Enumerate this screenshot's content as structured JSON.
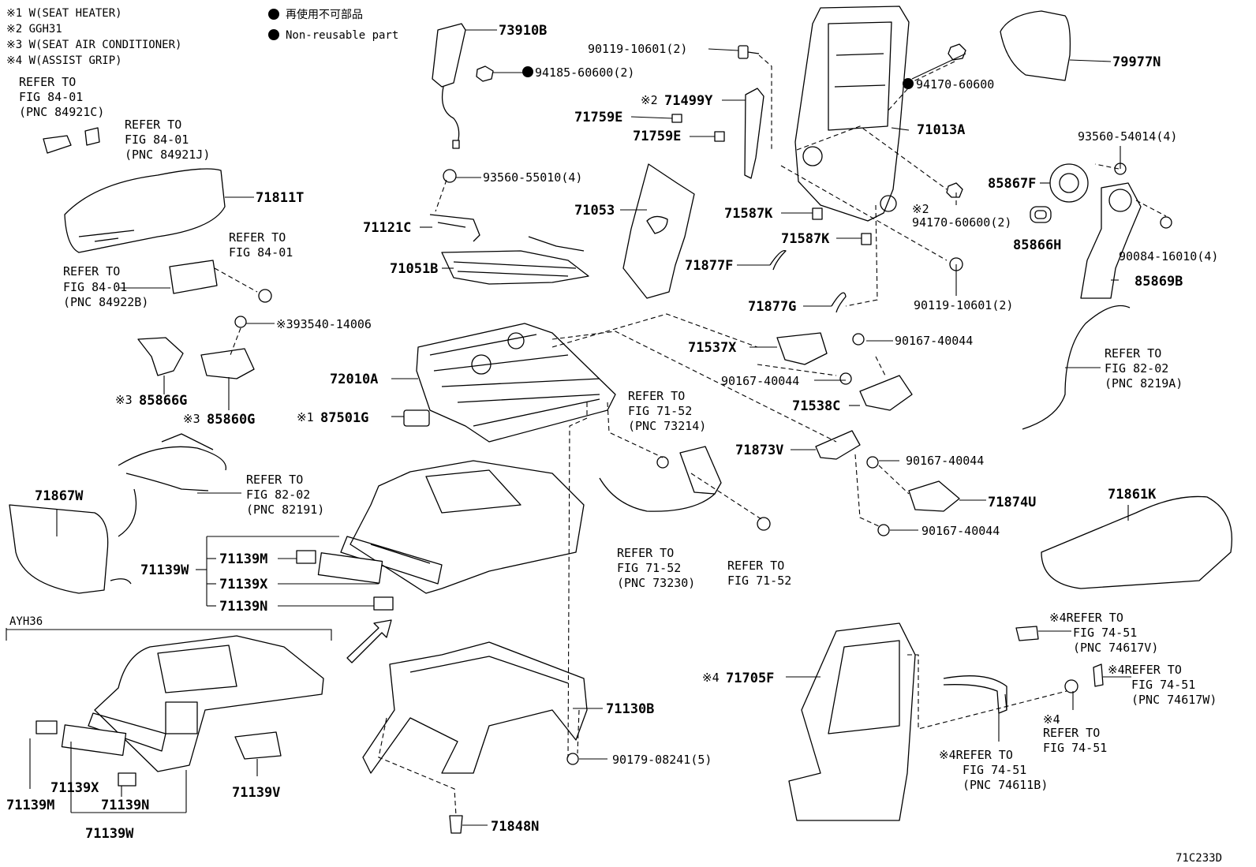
{
  "notes": [
    "※1 W(SEAT HEATER)",
    "※2 GGH31",
    "※3 W(SEAT AIR CONDITIONER)",
    "※4 W(ASSIST GRIP)"
  ],
  "legend": {
    "jp": "再使用不可部品",
    "en": "Non-reusable part"
  },
  "diagram_code": "71C233D",
  "group_label": "AYH36",
  "labels": [
    {
      "id": "73910B",
      "text": "73910B"
    },
    {
      "id": "94185-60600",
      "text": "94185-60600(2)"
    },
    {
      "id": "90119-10601-a",
      "text": "90119-10601(2)"
    },
    {
      "id": "94170-60600-a",
      "text": "94170-60600"
    },
    {
      "id": "79977N",
      "text": "79977N"
    },
    {
      "id": "71499Y",
      "text": "71499Y"
    },
    {
      "id": "71499Y-mark",
      "text": "※2"
    },
    {
      "id": "71759E-a",
      "text": "71759E"
    },
    {
      "id": "71759E-b",
      "text": "71759E"
    },
    {
      "id": "71013A",
      "text": "71013A"
    },
    {
      "id": "93560-54014",
      "text": "93560-54014(4)"
    },
    {
      "id": "85867F",
      "text": "85867F"
    },
    {
      "id": "93560-55010",
      "text": "93560-55010(4)"
    },
    {
      "id": "71053",
      "text": "71053"
    },
    {
      "id": "71587K-a",
      "text": "71587K"
    },
    {
      "id": "71587K-b",
      "text": "71587K"
    },
    {
      "id": "94170-60600-b-mark",
      "text": "※2"
    },
    {
      "id": "94170-60600-b",
      "text": "94170-60600(2)"
    },
    {
      "id": "85866H",
      "text": "85866H"
    },
    {
      "id": "90084-16010",
      "text": "90084-16010(4)"
    },
    {
      "id": "71121C",
      "text": "71121C"
    },
    {
      "id": "71051B",
      "text": "71051B"
    },
    {
      "id": "71877F",
      "text": "71877F"
    },
    {
      "id": "71877G",
      "text": "71877G"
    },
    {
      "id": "90119-10601-b",
      "text": "90119-10601(2)"
    },
    {
      "id": "85869B",
      "text": "85869B"
    },
    {
      "id": "71811T",
      "text": "71811T"
    },
    {
      "id": "93540-14006",
      "text": "※393540-14006"
    },
    {
      "id": "71537X",
      "text": "71537X"
    },
    {
      "id": "90167-40044-a",
      "text": "90167-40044"
    },
    {
      "id": "90167-40044-b",
      "text": "90167-40044"
    },
    {
      "id": "71538C",
      "text": "71538C"
    },
    {
      "id": "72010A",
      "text": "72010A"
    },
    {
      "id": "85866G-mark",
      "text": "※3"
    },
    {
      "id": "85866G",
      "text": "85866G"
    },
    {
      "id": "85860G-mark",
      "text": "※3"
    },
    {
      "id": "85860G",
      "text": "85860G"
    },
    {
      "id": "87501G-mark",
      "text": "※1"
    },
    {
      "id": "87501G",
      "text": "87501G"
    },
    {
      "id": "71873V",
      "text": "71873V"
    },
    {
      "id": "90167-40044-c",
      "text": "90167-40044"
    },
    {
      "id": "71874U",
      "text": "71874U"
    },
    {
      "id": "90167-40044-d",
      "text": "90167-40044"
    },
    {
      "id": "71861K",
      "text": "71861K"
    },
    {
      "id": "71867W",
      "text": "71867W"
    },
    {
      "id": "71139W",
      "text": "71139W"
    },
    {
      "id": "71139M",
      "text": "71139M"
    },
    {
      "id": "71139X",
      "text": "71139X"
    },
    {
      "id": "71139N",
      "text": "71139N"
    },
    {
      "id": "71705F-mark",
      "text": "※4"
    },
    {
      "id": "71705F",
      "text": "71705F"
    },
    {
      "id": "71130B",
      "text": "71130B"
    },
    {
      "id": "90179-08241",
      "text": "90179-08241(5)"
    },
    {
      "id": "71848N",
      "text": "71848N"
    },
    {
      "id": "71139X-b",
      "text": "71139X"
    },
    {
      "id": "71139M-b",
      "text": "71139M"
    },
    {
      "id": "71139N-b",
      "text": "71139N"
    },
    {
      "id": "71139V",
      "text": "71139V"
    },
    {
      "id": "71139W-b",
      "text": "71139W"
    }
  ],
  "refers": [
    {
      "id": "ref-84921C",
      "lines": [
        "REFER TO",
        "FIG 84-01",
        "(PNC 84921C)"
      ]
    },
    {
      "id": "ref-84921J",
      "lines": [
        "REFER TO",
        "FIG 84-01",
        "(PNC 84921J)"
      ]
    },
    {
      "id": "ref-84-01",
      "lines": [
        "REFER TO",
        "FIG 84-01"
      ]
    },
    {
      "id": "ref-84922B",
      "lines": [
        "REFER TO",
        "FIG 84-01",
        "(PNC 84922B)"
      ]
    },
    {
      "id": "ref-8219A",
      "lines": [
        "REFER TO",
        "FIG 82-02",
        "(PNC 8219A)"
      ]
    },
    {
      "id": "ref-73214",
      "lines": [
        "REFER TO",
        "FIG 71-52",
        "(PNC 73214)"
      ]
    },
    {
      "id": "ref-82191",
      "lines": [
        "REFER TO",
        "FIG 82-02",
        "(PNC 82191)"
      ]
    },
    {
      "id": "ref-73230",
      "lines": [
        "REFER TO",
        "FIG 71-52",
        "(PNC 73230)"
      ]
    },
    {
      "id": "ref-71-52",
      "lines": [
        "REFER TO",
        "FIG 71-52"
      ]
    },
    {
      "id": "ref-74617V",
      "lines": [
        "※4REFER TO",
        "FIG 74-51",
        "(PNC 74617V)"
      ]
    },
    {
      "id": "ref-74617W",
      "lines": [
        "※4REFER TO",
        "FIG 74-51",
        "(PNC 74617W)"
      ]
    },
    {
      "id": "ref-74-51",
      "lines": [
        "※4",
        "REFER TO",
        "FIG 74-51"
      ]
    },
    {
      "id": "ref-74611B",
      "lines": [
        "※4REFER TO",
        "FIG 74-51",
        "(PNC 74611B)"
      ]
    }
  ]
}
